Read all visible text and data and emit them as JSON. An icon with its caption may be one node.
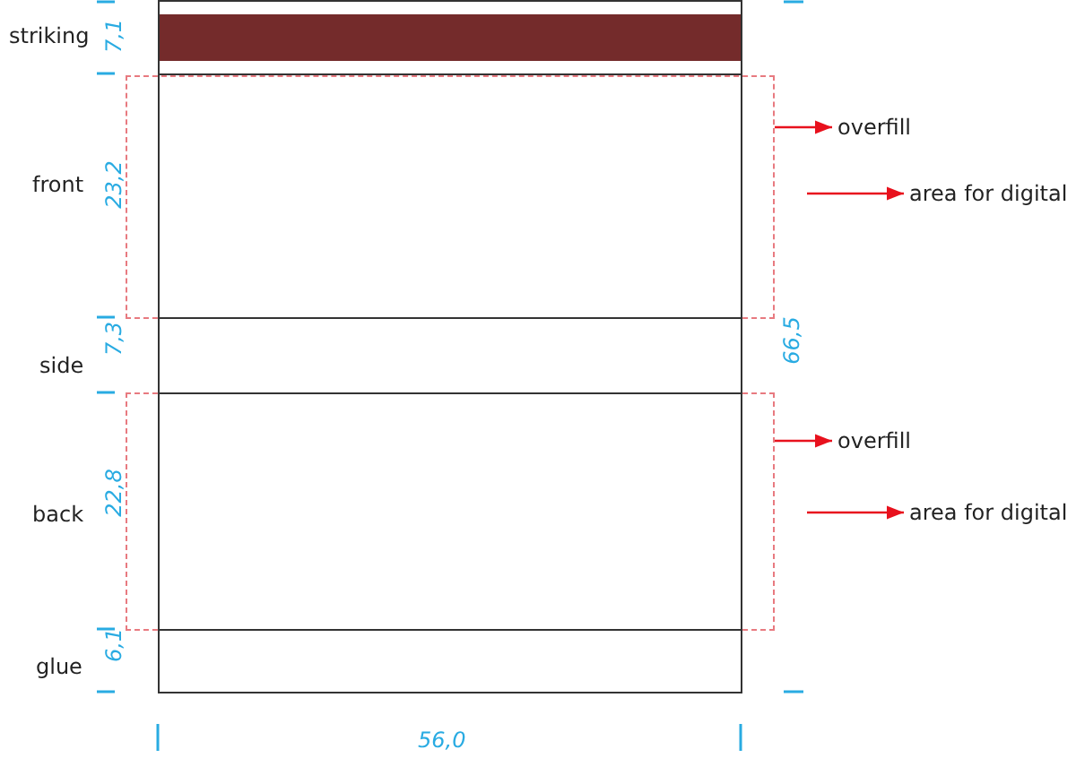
{
  "diagram": {
    "nodes": [
      {
        "text": [],
        "shape": "box"
      },
      {
        "text": [],
        "shape": "box"
      },
      {
        "text": [],
        "shape": "box"
      },
      {
        "text": [
          "overfill"
        ]
      },
      {
        "text": [
          "area for digital"
        ]
      },
      {
        "text": [],
        "shape": "box"
      },
      {
        "text": [],
        "shape": "box"
      },
      {
        "text": [],
        "shape": "box"
      },
      {
        "text": [
          "overfill"
        ]
      },
      {
        "text": [
          "area for digital"
        ]
      },
      {
        "text": [],
        "shape": "box"
      }
    ],
    "edges": [
      {
        "from": 2,
        "to": 3,
        "arrow": "to",
        "color": "#e8111d"
      },
      {
        "from": null,
        "to": 4,
        "arrow": "to",
        "color": "#e8111d"
      },
      {
        "from": 7,
        "to": 8,
        "arrow": "to",
        "color": "#e8111d"
      },
      {
        "from": null,
        "to": 9,
        "arrow": "to",
        "color": "#e8111d"
      }
    ],
    "labels": [
      "striking",
      "7,1",
      "front",
      "23,2",
      "side",
      "7,3",
      "66,5",
      "back",
      "22,8",
      "glue",
      "6,1",
      "56,0"
    ]
  }
}
